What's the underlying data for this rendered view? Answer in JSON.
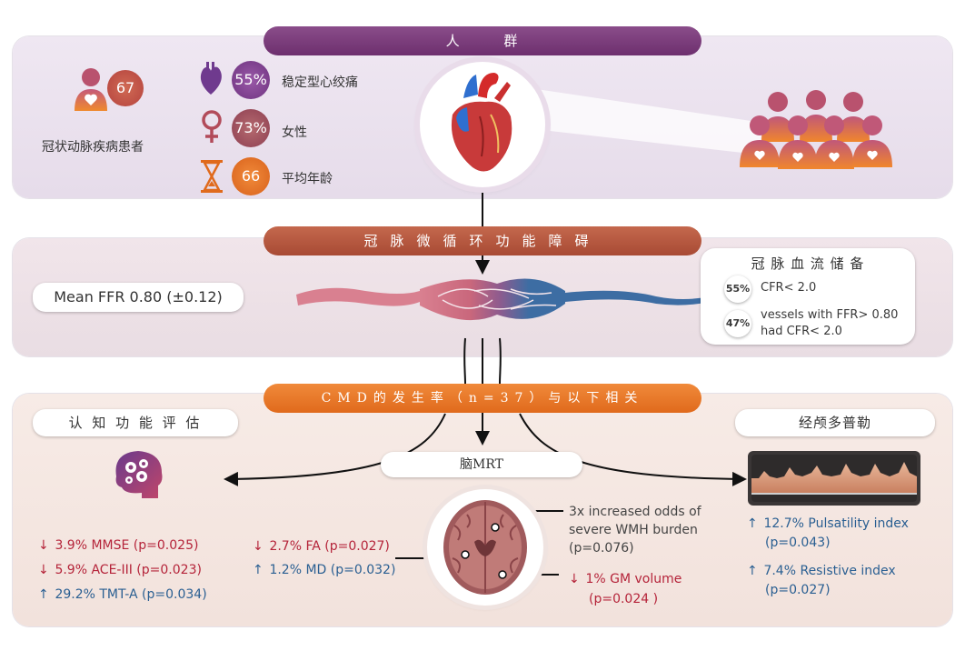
{
  "banners": {
    "population": "人  群",
    "cmd": "冠脉微循环功能障碍",
    "association": "CMD的发生率（n=37）与以下相关"
  },
  "population": {
    "patients_count": "67",
    "patients_label": "冠状动脉疾病患者",
    "stable_angina_pct": "55%",
    "stable_angina_label": "稳定型心绞痛",
    "female_pct": "73%",
    "female_label": "女性",
    "mean_age": "66",
    "mean_age_label": "平均年龄"
  },
  "microcirculation": {
    "mean_ffr": "Mean FFR 0.80 (±0.12)",
    "cfr_title": "冠 脉 血 流 储 备",
    "cfr_stat1_pct": "55%",
    "cfr_stat1_text": "CFR< 2.0",
    "cfr_stat2_pct": "47%",
    "cfr_stat2_line1": "vessels with FFR> 0.80",
    "cfr_stat2_line2": "had CFR< 2.0"
  },
  "cognitive": {
    "title": "认 知 功 能 评 估",
    "items": [
      {
        "arrow": "↓",
        "text": "3.9% MMSE (p=0.025)",
        "tone": "red"
      },
      {
        "arrow": "↓",
        "text": "5.9% ACE-III (p=0.023)",
        "tone": "red"
      },
      {
        "arrow": "↑",
        "text": "29.2% TMT-A (p=0.034)",
        "tone": "blue"
      }
    ]
  },
  "mri": {
    "title": "脑MRT",
    "dti": [
      {
        "arrow": "↓",
        "text": "2.7% FA (p=0.027)",
        "tone": "red"
      },
      {
        "arrow": "↑",
        "text": "1.2% MD (p=0.032)",
        "tone": "blue"
      }
    ],
    "wmh_line1": "3x increased odds of",
    "wmh_line2": "severe WMH burden",
    "wmh_line3": "(p=0.076)",
    "gm_arrow": "↓",
    "gm_line1": "1% GM volume",
    "gm_line2": "(p=0.024 )"
  },
  "doppler": {
    "title": "经颅多普勒",
    "pi_arrow": "↑",
    "pi_line1": "12.7% Pulsatility index",
    "pi_line2": "(p=0.043)",
    "ri_arrow": "↑",
    "ri_line1": "7.4% Resistive index",
    "ri_line2": "(p=0.027)"
  },
  "colors": {
    "purple": "#7a3b7c",
    "rust": "#b4553c",
    "orange": "#e8772a",
    "red": "#b5243a",
    "blue": "#2a5f92"
  },
  "icons": [
    "person-icon",
    "heart-icon",
    "female-icon",
    "hourglass-icon",
    "crowd-icon",
    "vessel-icon",
    "brain-gear-icon",
    "brain-mri-icon",
    "doppler-waveform-icon"
  ]
}
